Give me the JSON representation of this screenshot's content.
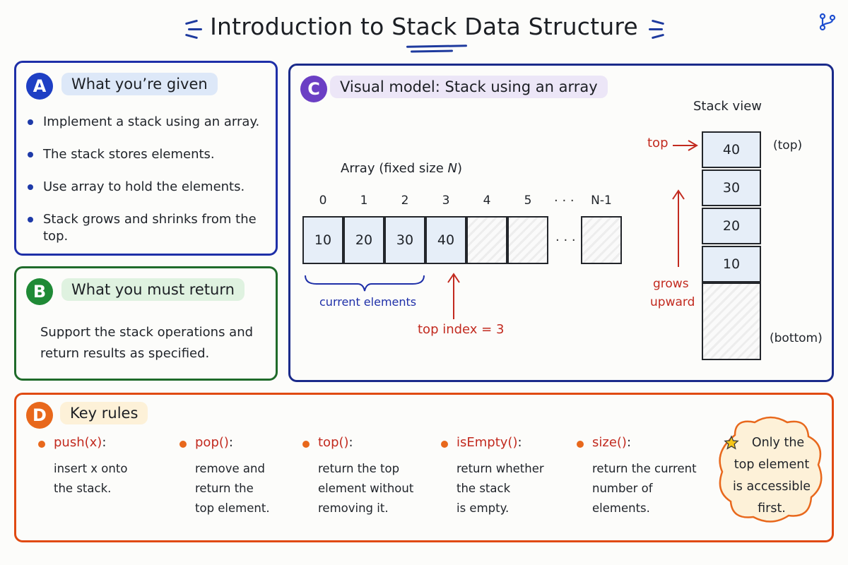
{
  "title": {
    "prefix": "Introduction to ",
    "highlight": "Stack",
    "suffix": " Data Structure"
  },
  "icons": {
    "branch": "git-branch-icon",
    "star": "star-icon"
  },
  "colors": {
    "blue": "#1e2fa8",
    "green": "#1f6b2a",
    "purple": "#6b3fc4",
    "orange": "#e8681c",
    "red": "#c22a1f"
  },
  "sectionA": {
    "badge": "A",
    "header": "What you’re given",
    "bullets": [
      "Implement a stack using an array.",
      "The stack stores elements.",
      "Use array to hold the elements.",
      "Stack grows and shrinks from the top."
    ]
  },
  "sectionB": {
    "badge": "B",
    "header": "What you must return",
    "line1": "Support the stack operations and",
    "line2": "return results as specified."
  },
  "sectionC": {
    "badge": "C",
    "header": "Visual model: Stack using an array",
    "array": {
      "title_prefix": "Array (fixed size ",
      "title_var": "N",
      "title_suffix": ")",
      "indices": [
        "0",
        "1",
        "2",
        "3",
        "4",
        "5",
        "N-1"
      ],
      "ellipsis_idx": "· · ·",
      "values": [
        "10",
        "20",
        "30",
        "40",
        "",
        ""
      ],
      "last_value": "",
      "ellipsis_cell": "· · ·",
      "current_label": "current elements",
      "top_index_label": "top index = 3"
    },
    "stack": {
      "title": "Stack view",
      "values": [
        "40",
        "30",
        "20",
        "10"
      ],
      "top_arrow_label": "top",
      "top_label": "(top)",
      "bottom_label": "(bottom)",
      "grows_1": "grows",
      "grows_2": "upward"
    }
  },
  "sectionD": {
    "badge": "D",
    "header": "Key rules",
    "rules": [
      {
        "name": "push(x)",
        "colon": ":",
        "desc": [
          "insert x onto",
          "the stack."
        ]
      },
      {
        "name": "pop()",
        "colon": ":",
        "desc": [
          "remove and",
          "return the",
          "top element."
        ]
      },
      {
        "name": "top()",
        "colon": ":",
        "desc": [
          "return the top",
          "element without",
          "removing it."
        ]
      },
      {
        "name": "isEmpty()",
        "colon": ":",
        "desc": [
          "return whether",
          "the stack",
          "is empty."
        ]
      },
      {
        "name": "size()",
        "colon": ":",
        "desc": [
          "return the current",
          "number of",
          "elements."
        ]
      }
    ],
    "note": [
      "Only the",
      "top element",
      "is accessible",
      "first."
    ]
  }
}
